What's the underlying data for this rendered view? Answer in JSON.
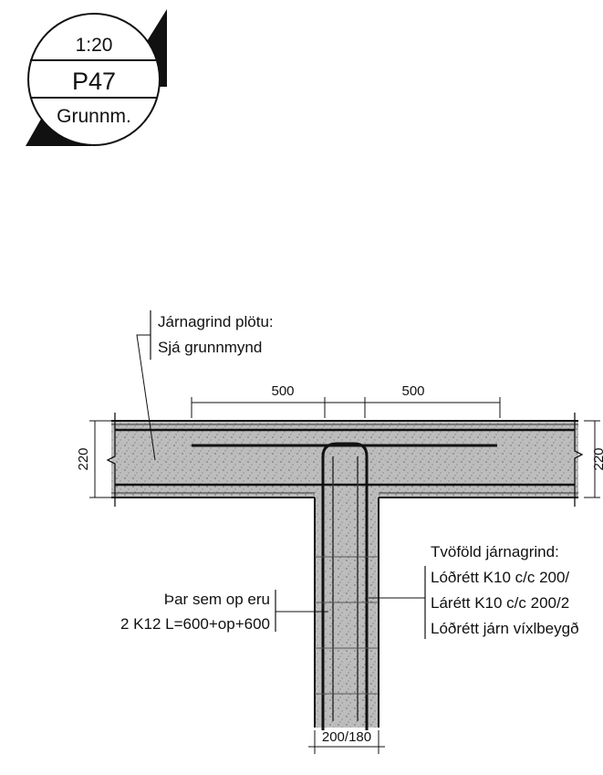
{
  "title_badge": {
    "scale": "1:20",
    "detail_id": "P47",
    "view": "Grunnm."
  },
  "labels": {
    "slab_rebar_line1": "Járnagrind plötu:",
    "slab_rebar_line2": "Sjá grunnmynd",
    "wall_rebar_title": "Tvöföld járnagrind:",
    "wall_rebar_vertical": "Lóðrétt K10 c/c 200/",
    "wall_rebar_horizontal": "Lárétt K10 c/c 200/2",
    "wall_rebar_staggered": "Lóðrétt járn víxlbeygð",
    "opening_note_line1": "Þar sem op eru",
    "opening_note_line2": "2 K12 L=600+op+600"
  },
  "dimensions": {
    "left_span": "500",
    "right_span": "500",
    "slab_thickness_left": "220",
    "slab_thickness_right": "220",
    "wall_thickness": "200/180"
  },
  "colors": {
    "ink": "#111111",
    "concrete": "#b9b9b9",
    "paper": "#ffffff"
  }
}
